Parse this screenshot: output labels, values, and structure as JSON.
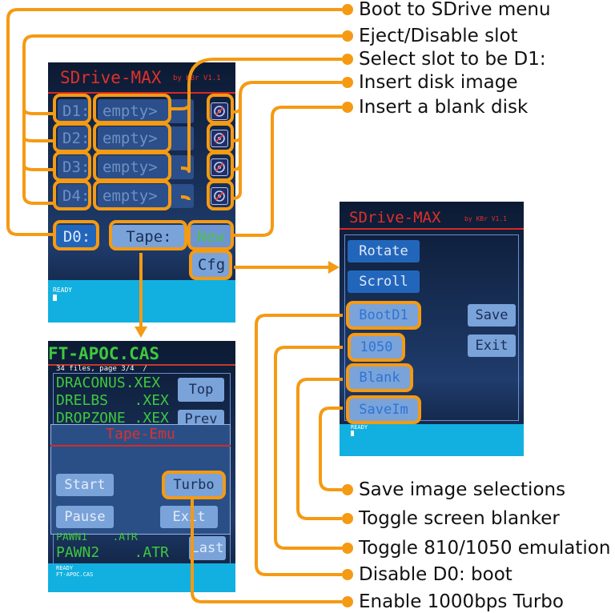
{
  "app_title": "SDrive-MAX",
  "version": "by KBr V1.1",
  "main_screen": {
    "slots": [
      {
        "label": "D1:",
        "value": "empty>"
      },
      {
        "label": "D2:",
        "value": "empty>"
      },
      {
        "label": "D3:",
        "value": "empty>"
      },
      {
        "label": "D4:",
        "value": "empty>"
      }
    ],
    "d0_label": "D0:",
    "tape_label": "Tape:",
    "new_label": "New",
    "cfg_label": "Cfg",
    "status": "READY"
  },
  "config_screen": {
    "buttons": [
      "Rotate",
      "Scroll",
      "BootD1",
      "1050",
      "Blank",
      "SaveIm"
    ],
    "save_label": "Save",
    "exit_label": "Exit",
    "status": "READY"
  },
  "tape_screen": {
    "title": "FT-APOC.CAS",
    "page_info": "34 files, page 3/4  /",
    "files_top": [
      "DRACONUS.XEX",
      "DRELBS   .XEX",
      "DROPZONE .XEX"
    ],
    "files_bottom": [
      "PAWN1    .ATR",
      "PAWN2    .ATR"
    ],
    "side_buttons": [
      "Top",
      "Prev",
      "Last"
    ],
    "dialog_title": "Tape-Emu",
    "start_label": "Start",
    "turbo_label": "Turbo",
    "pause_label": "Pause",
    "exit_label": "Exit",
    "status_line1": "READY",
    "status_line2": "FT-APOC.CAS"
  },
  "callouts": [
    "Boot to SDrive menu",
    "Eject/Disable slot",
    "Select slot to be D1:",
    "Insert disk image",
    "Insert a blank disk",
    "Save image selections",
    "Toggle screen blanker",
    "Toggle 810/1050 emulation",
    "Disable D0: boot",
    "Enable 1000bps Turbo"
  ],
  "colors": {
    "accent_orange": "#f59a13",
    "title_red": "#e0302a",
    "button_blue": "#2266bb",
    "button_pale": "#7aa3da",
    "list_green": "#3ec83e"
  }
}
